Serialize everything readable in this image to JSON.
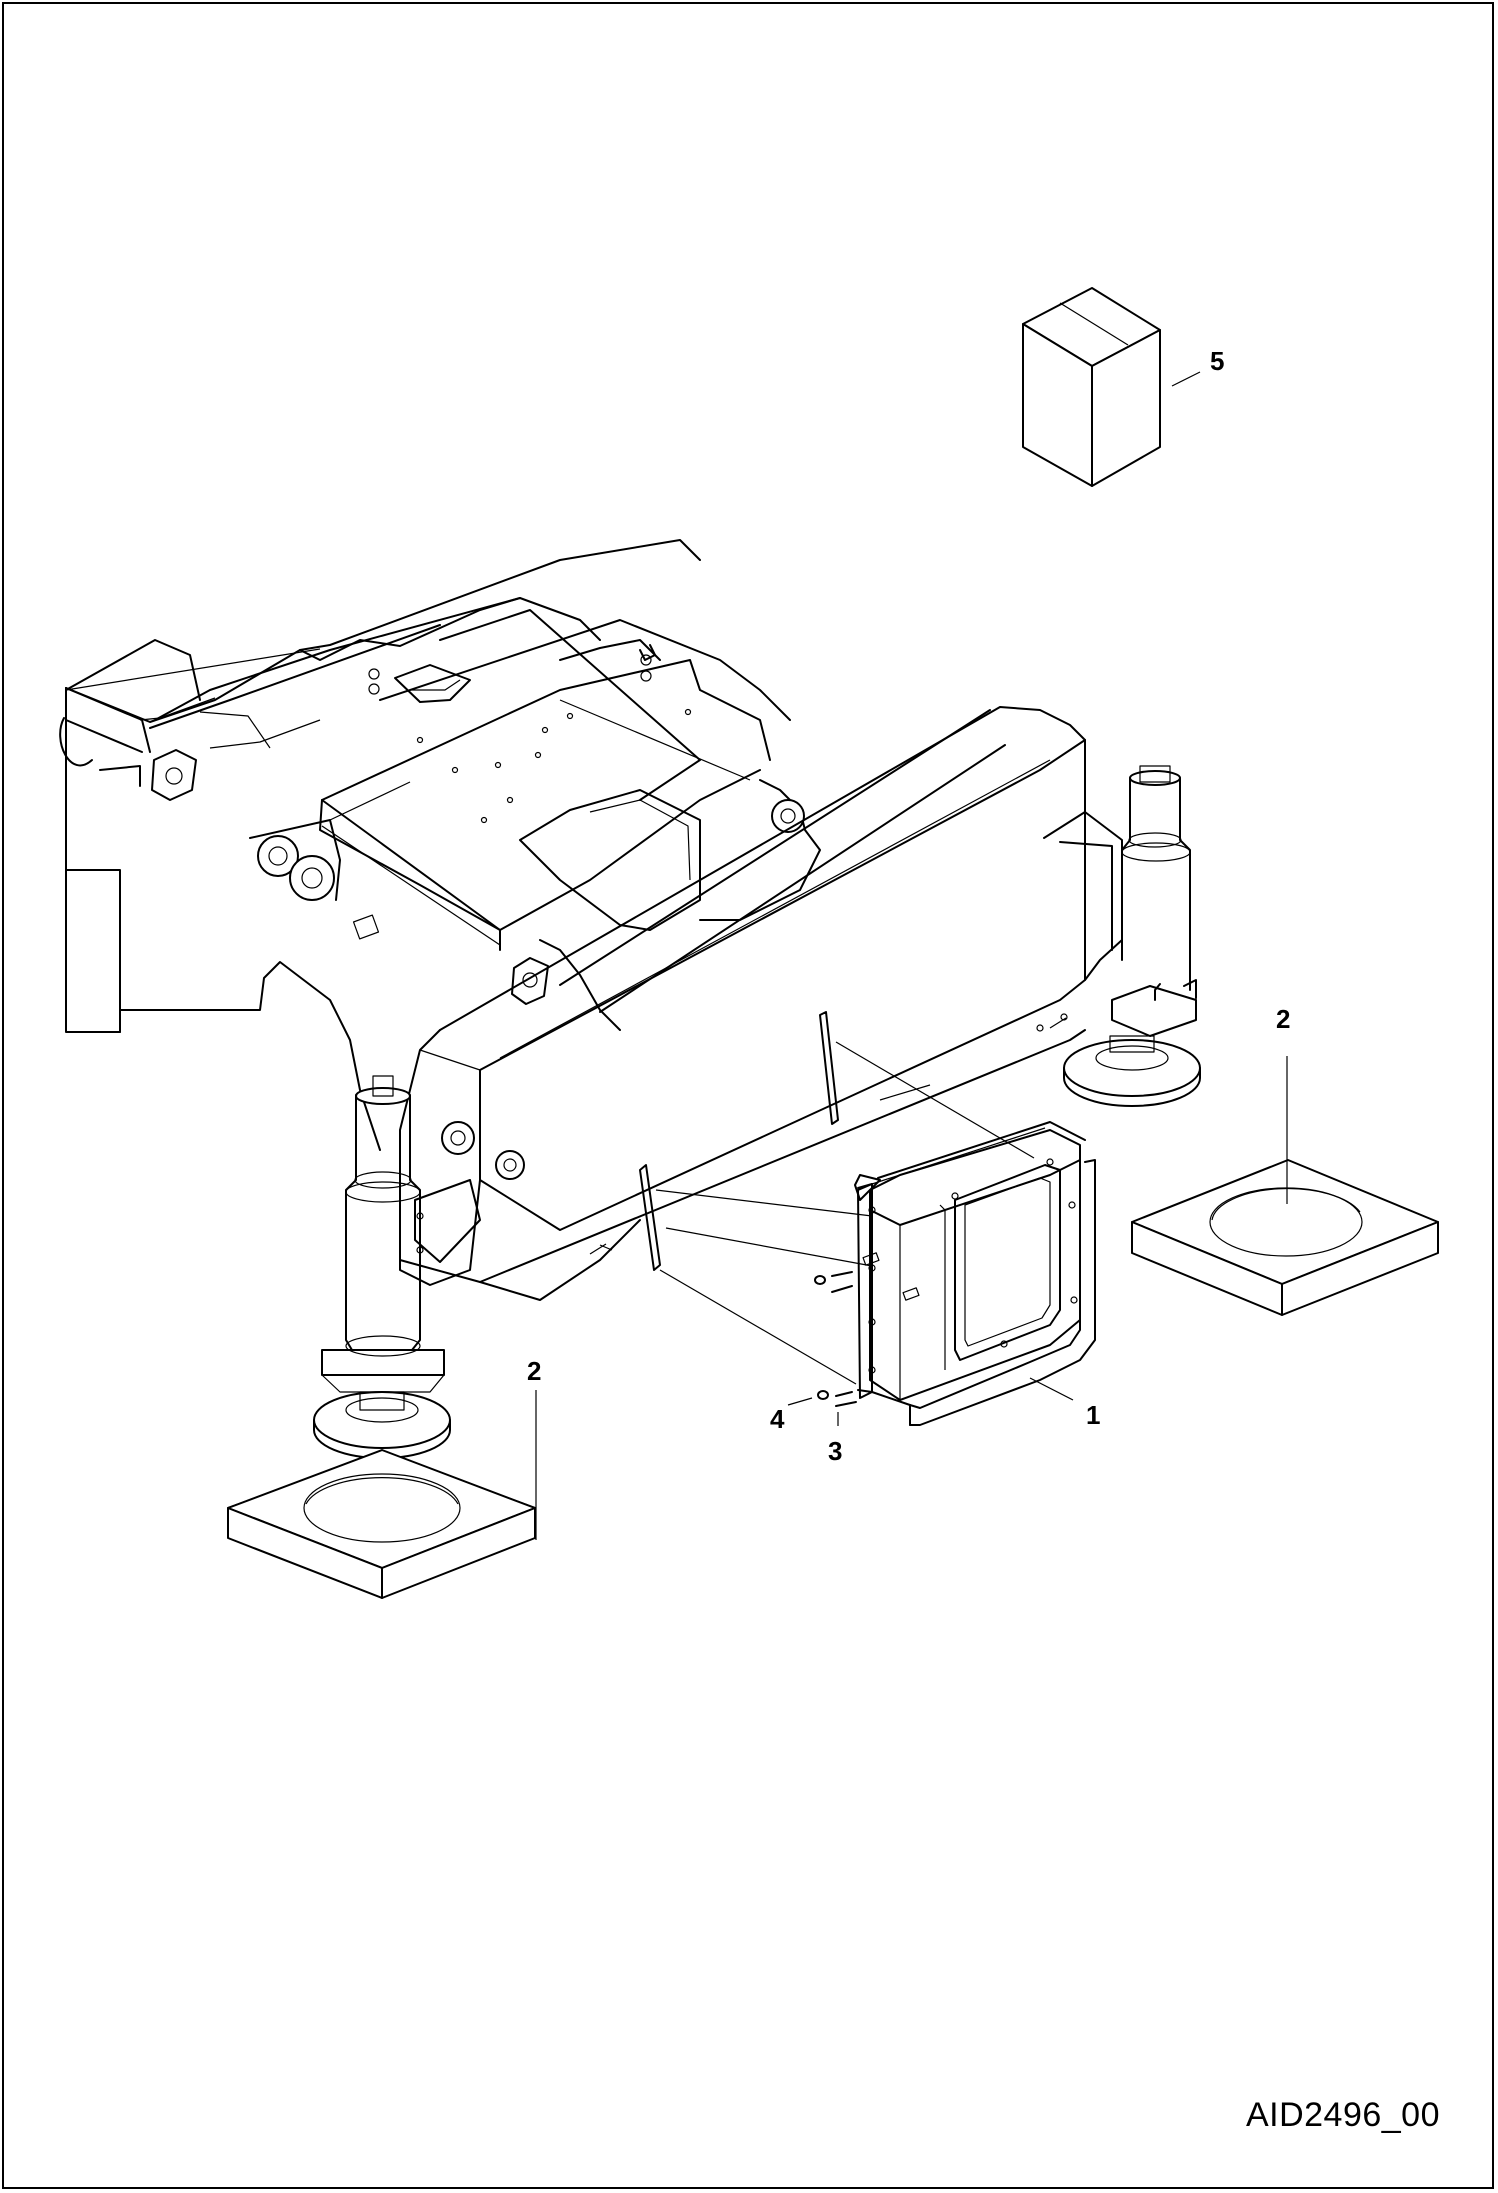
{
  "figure": {
    "id_label": "AID2496_00"
  },
  "callouts": [
    {
      "key": "c1",
      "text": "1"
    },
    {
      "key": "c2a",
      "text": "2"
    },
    {
      "key": "c2b",
      "text": "2"
    },
    {
      "key": "c3",
      "text": "3"
    },
    {
      "key": "c4",
      "text": "4"
    },
    {
      "key": "c5",
      "text": "5"
    }
  ],
  "colors": {
    "line": "#000000",
    "background": "#ffffff"
  }
}
